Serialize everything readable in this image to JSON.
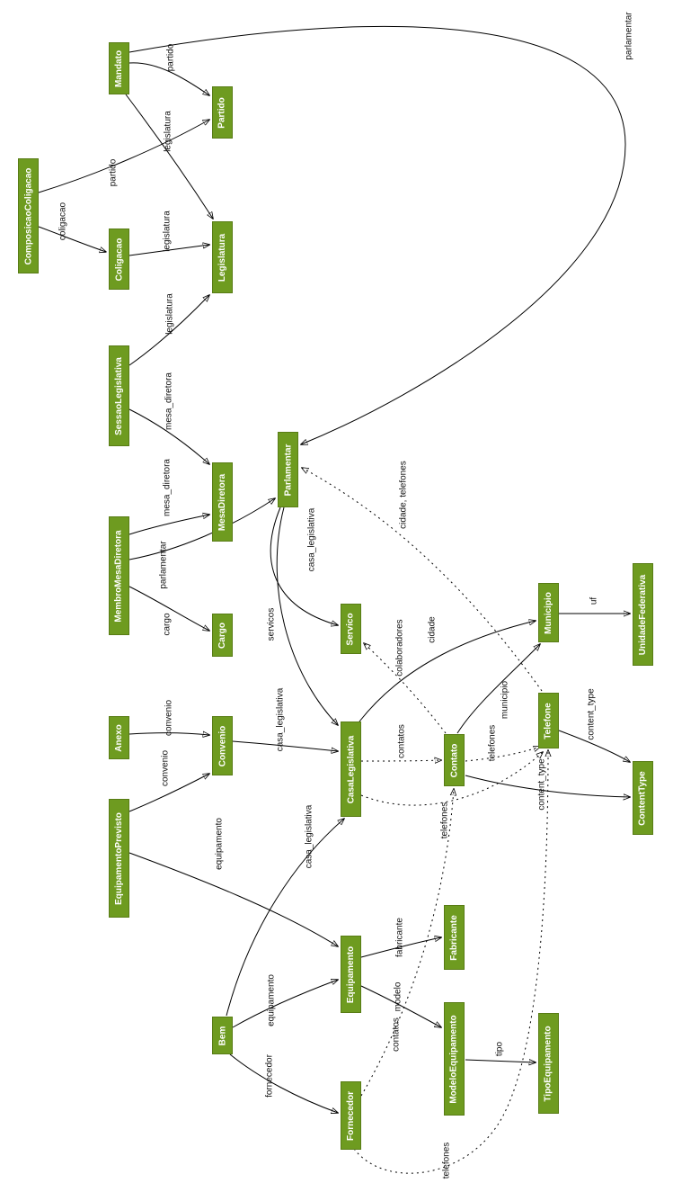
{
  "diagram": {
    "type": "model-relationship-graph",
    "orientation": "rotated-90",
    "colors": {
      "node_fill": "#6e9b20",
      "node_border": "#587c15",
      "node_text": "#ffffff",
      "edge": "#000000",
      "background": "#ffffff"
    },
    "nodes": [
      {
        "label": "ComposicaoColigacao"
      },
      {
        "label": "Mandato"
      },
      {
        "label": "Partido"
      },
      {
        "label": "Coligacao"
      },
      {
        "label": "Legislatura"
      },
      {
        "label": "SessaoLegislativa"
      },
      {
        "label": "MesaDiretora"
      },
      {
        "label": "Parlamentar"
      },
      {
        "label": "MembroMesaDiretora"
      },
      {
        "label": "Cargo"
      },
      {
        "label": "Anexo"
      },
      {
        "label": "Convenio"
      },
      {
        "label": "Servico"
      },
      {
        "label": "Municipio"
      },
      {
        "label": "UnidadeFederativa"
      },
      {
        "label": "EquipamentoPrevisto"
      },
      {
        "label": "CasaLegislativa"
      },
      {
        "label": "Contato"
      },
      {
        "label": "Telefone"
      },
      {
        "label": "ContentType"
      },
      {
        "label": "Equipamento"
      },
      {
        "label": "Fabricante"
      },
      {
        "label": "Bem"
      },
      {
        "label": "ModeloEquipamento"
      },
      {
        "label": "Fornecedor"
      },
      {
        "label": "TipoEquipamento"
      }
    ],
    "edges": [
      {
        "from": "Mandato",
        "to": "Partido",
        "label": "partido",
        "style": "solid"
      },
      {
        "from": "Mandato",
        "to": "Legislatura",
        "label": "legislatura",
        "style": "solid"
      },
      {
        "from": "Mandato",
        "to": "Parlamentar",
        "label": "parlamentar",
        "style": "solid"
      },
      {
        "from": "ComposicaoColigacao",
        "to": "Coligacao",
        "label": "coligacao",
        "style": "solid"
      },
      {
        "from": "ComposicaoColigacao",
        "to": "Partido",
        "label": "partido",
        "style": "solid"
      },
      {
        "from": "Coligacao",
        "to": "Legislatura",
        "label": "legislatura",
        "style": "solid"
      },
      {
        "from": "SessaoLegislativa",
        "to": "Legislatura",
        "label": "legislatura",
        "style": "solid"
      },
      {
        "from": "SessaoLegislativa",
        "to": "MesaDiretora",
        "label": "mesa_diretora",
        "style": "solid"
      },
      {
        "from": "MembroMesaDiretora",
        "to": "MesaDiretora",
        "label": "mesa_diretora",
        "style": "solid"
      },
      {
        "from": "MembroMesaDiretora",
        "to": "Parlamentar",
        "label": "parlamentar",
        "style": "solid"
      },
      {
        "from": "MembroMesaDiretora",
        "to": "Cargo",
        "label": "cargo",
        "style": "solid"
      },
      {
        "from": "Parlamentar",
        "to": "CasaLegislativa",
        "label": "casa_legislativa",
        "style": "solid"
      },
      {
        "from": "Parlamentar",
        "to": "Servico",
        "label": "servicos",
        "style": "solid"
      },
      {
        "from": "Telefone",
        "to": "Parlamentar",
        "label": "cidade, telefones",
        "style": "dotted"
      },
      {
        "from": "CasaLegislativa",
        "to": "Municipio",
        "label": "cidade",
        "style": "solid"
      },
      {
        "from": "Contato",
        "to": "Servico",
        "label": "colaboradores",
        "style": "dotted"
      },
      {
        "from": "EquipamentoPrevisto",
        "to": "Convenio",
        "label": "convenio",
        "style": "solid"
      },
      {
        "from": "Anexo",
        "to": "Convenio",
        "label": "convenio",
        "style": "solid"
      },
      {
        "from": "EquipamentoPrevisto",
        "to": "Equipamento",
        "label": "equipamento",
        "style": "solid"
      },
      {
        "from": "Convenio",
        "to": "CasaLegislativa",
        "label": "casa_legislativa",
        "style": "solid"
      },
      {
        "from": "Bem",
        "to": "CasaLegislativa",
        "label": "casa_legislativa",
        "style": "solid"
      },
      {
        "from": "Bem",
        "to": "Equipamento",
        "label": "equipamento",
        "style": "solid"
      },
      {
        "from": "Bem",
        "to": "Fornecedor",
        "label": "fornecedor",
        "style": "solid"
      },
      {
        "from": "Equipamento",
        "to": "Fabricante",
        "label": "fabricante",
        "style": "solid"
      },
      {
        "from": "Equipamento",
        "to": "ModeloEquipamento",
        "label": "modelo",
        "style": "solid"
      },
      {
        "from": "ModeloEquipamento",
        "to": "TipoEquipamento",
        "label": "tipo",
        "style": "solid"
      },
      {
        "from": "CasaLegislativa",
        "to": "Contato",
        "label": "contatos",
        "style": "dotted"
      },
      {
        "from": "Contato",
        "to": "Telefone",
        "label": "telefones",
        "style": "dotted"
      },
      {
        "from": "CasaLegislativa",
        "to": "Telefone",
        "label": "telefones",
        "style": "dotted"
      },
      {
        "from": "Fornecedor",
        "to": "Contato",
        "label": "contatos",
        "style": "dotted"
      },
      {
        "from": "Fornecedor",
        "to": "Telefone",
        "label": "telefones",
        "style": "dotted"
      },
      {
        "from": "Contato",
        "to": "Municipio",
        "label": "municipio",
        "style": "solid"
      },
      {
        "from": "Contato",
        "to": "ContentType",
        "label": "content_type",
        "style": "solid"
      },
      {
        "from": "Telefone",
        "to": "ContentType",
        "label": "content_type",
        "style": "solid"
      },
      {
        "from": "Municipio",
        "to": "UnidadeFederativa",
        "label": "uf",
        "style": "solid"
      }
    ]
  }
}
